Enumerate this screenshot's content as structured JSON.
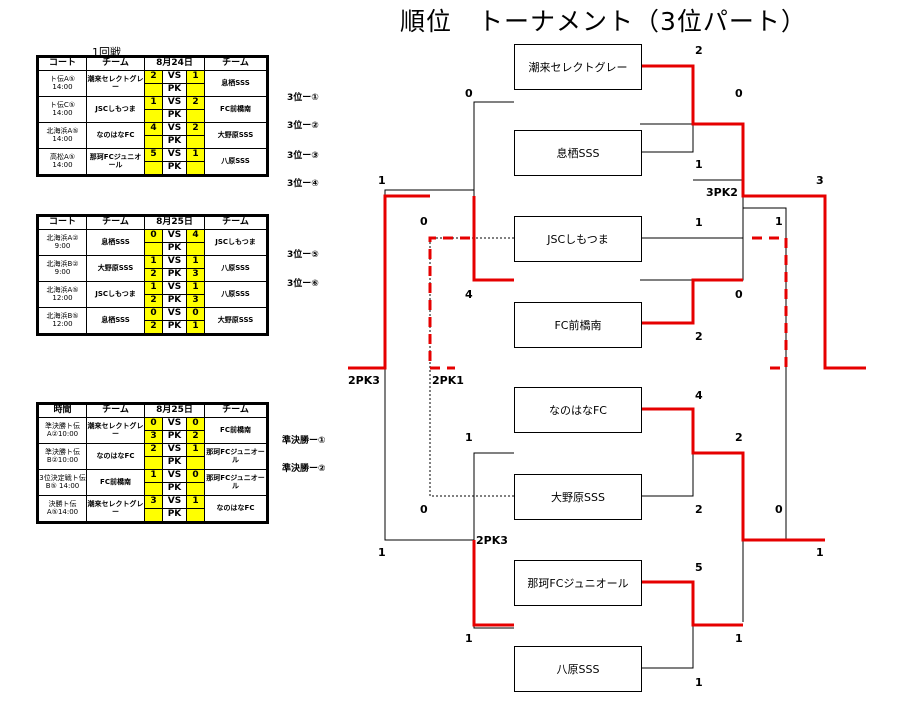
{
  "title": "順位　トーナメント（3位パート）",
  "round1_label": "1回戦",
  "headers": {
    "table1": [
      "コート",
      "チーム",
      "8月24日",
      "チーム"
    ],
    "table2": [
      "コート",
      "チーム",
      "8月25日",
      "チーム"
    ],
    "table3": [
      "時間",
      "チーム",
      "8月25日",
      "チーム"
    ]
  },
  "vs_label": "VS",
  "pk_label": "PK",
  "table1_rows": [
    {
      "court": "ト伝A⑤ 14:00",
      "team_l": "潮来セレクトグレー",
      "s_l": "2",
      "s_r": "1",
      "pk_l": "",
      "pk_r": "",
      "team_r": "息栖SSS"
    },
    {
      "court": "ト伝C⑤ 14:00",
      "team_l": "JSCしもつま",
      "s_l": "1",
      "s_r": "2",
      "pk_l": "",
      "pk_r": "",
      "team_r": "FC前橋南"
    },
    {
      "court": "北海浜A⑤ 14:00",
      "team_l": "なのはなFC",
      "s_l": "4",
      "s_r": "2",
      "pk_l": "",
      "pk_r": "",
      "team_r": "大野原SSS"
    },
    {
      "court": "高松A⑤ 14:00",
      "team_l": "那珂FCジュニオール",
      "s_l": "5",
      "s_r": "1",
      "pk_l": "",
      "pk_r": "",
      "team_r": "八原SSS"
    }
  ],
  "table2_rows": [
    {
      "court": "北海浜A② 9:00",
      "team_l": "息栖SSS",
      "s_l": "0",
      "s_r": "4",
      "pk_l": "",
      "pk_r": "",
      "team_r": "JSCしもつま"
    },
    {
      "court": "北海浜B② 9:00",
      "team_l": "大野原SSS",
      "s_l": "1",
      "s_r": "1",
      "pk_l": "2",
      "pk_r": "3",
      "team_r": "八原SSS"
    },
    {
      "court": "北海浜A⑤ 12:00",
      "team_l": "JSCしもつま",
      "s_l": "1",
      "s_r": "1",
      "pk_l": "2",
      "pk_r": "3",
      "team_r": "八原SSS"
    },
    {
      "court": "北海浜B⑤ 12:00",
      "team_l": "息栖SSS",
      "s_l": "0",
      "s_r": "0",
      "pk_l": "2",
      "pk_r": "1",
      "team_r": "大野原SSS"
    }
  ],
  "table3_rows": [
    {
      "court": "準決勝ト伝A②10:00",
      "team_l": "潮来セレクトグレー",
      "s_l": "0",
      "s_r": "0",
      "pk_l": "3",
      "pk_r": "2",
      "team_r": "FC前橋南"
    },
    {
      "court": "準決勝ト伝B②10:00",
      "team_l": "なのはなFC",
      "s_l": "2",
      "s_r": "1",
      "pk_l": "",
      "pk_r": "",
      "team_r": "那珂FCジュニオール"
    },
    {
      "court": "3位決定戦ト伝B⑤ 14:00",
      "team_l": "FC前橋南",
      "s_l": "1",
      "s_r": "0",
      "pk_l": "",
      "pk_r": "",
      "team_r": "那珂FCジュニオール"
    },
    {
      "court": "決勝ト伝A⑤14:00",
      "team_l": "潮来セレクトグレー",
      "s_l": "3",
      "s_r": "1",
      "pk_l": "",
      "pk_r": "",
      "team_r": "なのはなFC"
    }
  ],
  "refs": [
    "3位ー①",
    "3位ー②",
    "3位ー③",
    "3位ー④",
    "3位ー⑤",
    "3位ー⑥",
    "準決勝ー①",
    "準決勝ー②"
  ],
  "bracket_teams": [
    "潮来セレクトグレー",
    "息栖SSS",
    "JSCしもつま",
    "FC前橋南",
    "なのはなFC",
    "大野原SSS",
    "那珂FCジュニオール",
    "八原SSS"
  ],
  "bracket_scores": {
    "r1_top_1": "2",
    "r1_top_2": "1",
    "r1_top_3": "1",
    "r1_top_4": "2",
    "r1_bot_1": "4",
    "r1_bot_2": "2",
    "r1_bot_3": "5",
    "r1_bot_4": "1",
    "sf1_top": "0",
    "sf1_bot": "0",
    "sf1_pk": "3PK2",
    "sf2_top": "2",
    "sf2_bot": "1",
    "final_top": "3",
    "final_bot": "1",
    "left_r2_a": "0",
    "left_r2_b": "4",
    "left_r2_c": "1",
    "left_r2_d": "1",
    "left_r2_e": "0",
    "left_r2_f": "1",
    "left_r3_top": "1",
    "left_r3_bot": "1",
    "left_pk_mid": "2PK3",
    "left_pk_inner": "2PK1",
    "left_pk_low": "2PK3",
    "dash_left_top": "0",
    "dash_right_top": "1",
    "right_r2_bot": "0",
    "right_sf2_bot": "1"
  }
}
